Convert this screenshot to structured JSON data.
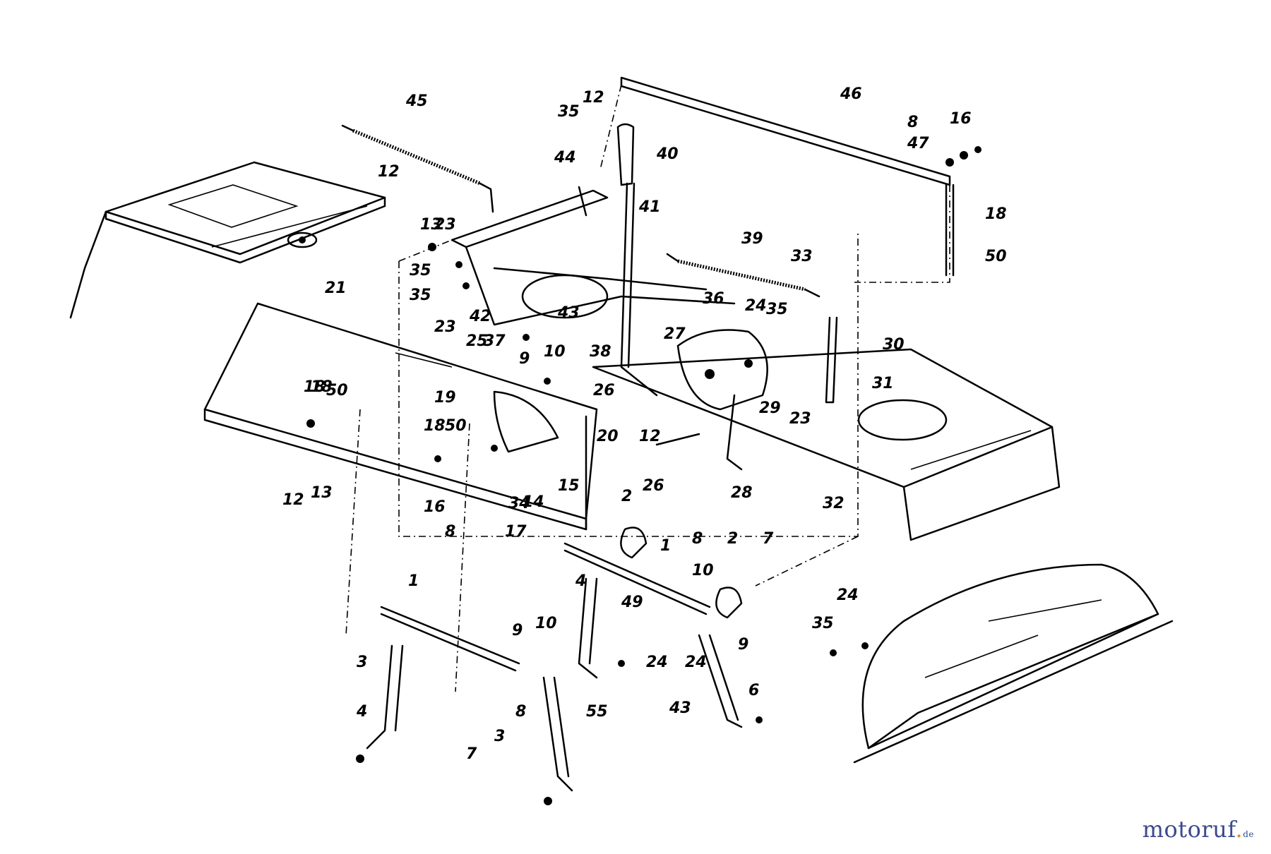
{
  "labels": [
    "45",
    "12",
    "35",
    "12",
    "8",
    "16",
    "47",
    "46",
    "40",
    "44",
    "41",
    "13",
    "23",
    "35",
    "35",
    "23",
    "42",
    "37",
    "43",
    "39",
    "33",
    "36",
    "24",
    "35",
    "30",
    "38",
    "27",
    "21",
    "25",
    "9",
    "10",
    "26",
    "29",
    "23",
    "31",
    "18",
    "50",
    "19",
    "20",
    "12",
    "34",
    "18",
    "50",
    "14",
    "16",
    "8",
    "17",
    "15",
    "12",
    "13",
    "26",
    "28",
    "32",
    "2",
    "1",
    "8",
    "2",
    "7",
    "4",
    "10",
    "49",
    "1",
    "9",
    "10",
    "24",
    "9",
    "3",
    "24",
    "43",
    "6",
    "35",
    "24",
    "4",
    "8",
    "3",
    "7",
    "55",
    "50",
    "18",
    "18"
  ],
  "watermark": {
    "brand": "motoruf",
    "accent": ".",
    "suffix": "de"
  },
  "colors": {
    "brand_blue": "#3a4a8c",
    "brand_orange": "#e08a1e"
  }
}
